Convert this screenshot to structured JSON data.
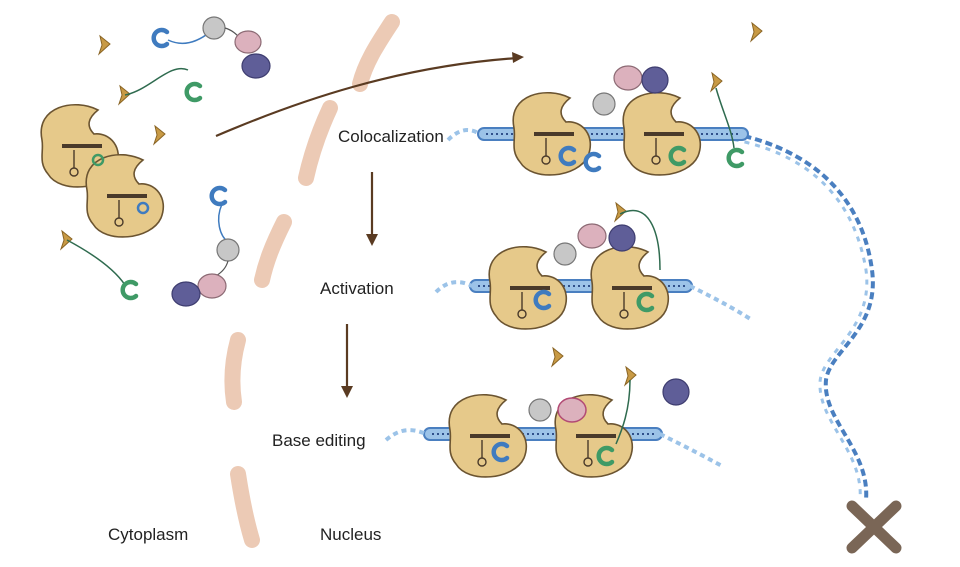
{
  "labels": {
    "colocalization": "Colocalization",
    "activation": "Activation",
    "base_editing": "Base editing",
    "cytoplasm": "Cytoplasm",
    "nucleus": "Nucleus"
  },
  "colors": {
    "cas_protein": "#e6c98a",
    "dna_blue": "#4a7fc0",
    "dna_light": "#9cc3e8",
    "split_blue": "#3f7bbf",
    "split_green": "#3f9a66",
    "linker_gray": "#c7c7c7",
    "deaminase_pink": "#dcb1bd",
    "deaminase_purple": "#5f5e98",
    "inhibitor_tan": "#c89a45",
    "membrane": "#eccab5",
    "arrow": "#5a3b22",
    "chromosome": "#7a6656"
  }
}
